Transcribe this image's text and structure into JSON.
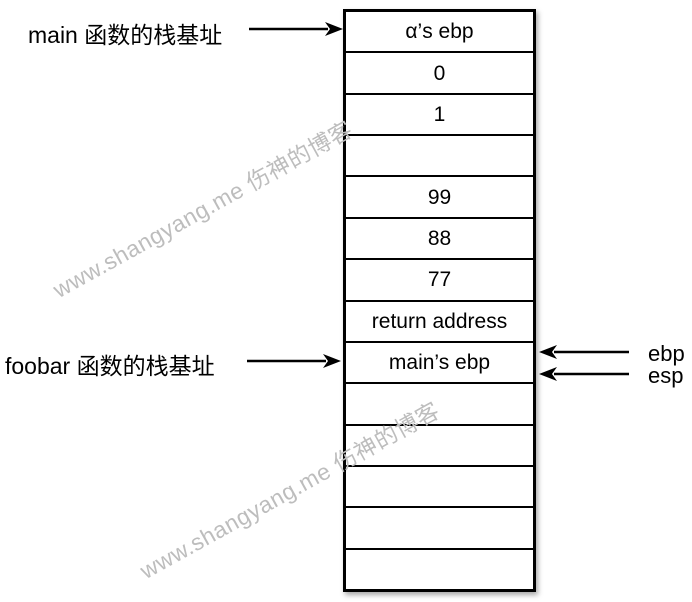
{
  "watermark": {
    "text": "www.shangyang.me 伤神的博客"
  },
  "left_labels": [
    {
      "text": "main 函数的栈基址"
    },
    {
      "text": "foobar 函数的栈基址"
    }
  ],
  "right_labels": [
    {
      "text": "ebp"
    },
    {
      "text": "esp"
    }
  ],
  "stack": {
    "cells": [
      "α’s ebp",
      "0",
      "1",
      "",
      "99",
      "88",
      "77",
      "return address",
      "main’s ebp",
      "",
      "",
      "",
      "",
      ""
    ]
  },
  "colors": {
    "line": "#000000",
    "background": "#ffffff",
    "watermark": "#bdbdbd"
  }
}
